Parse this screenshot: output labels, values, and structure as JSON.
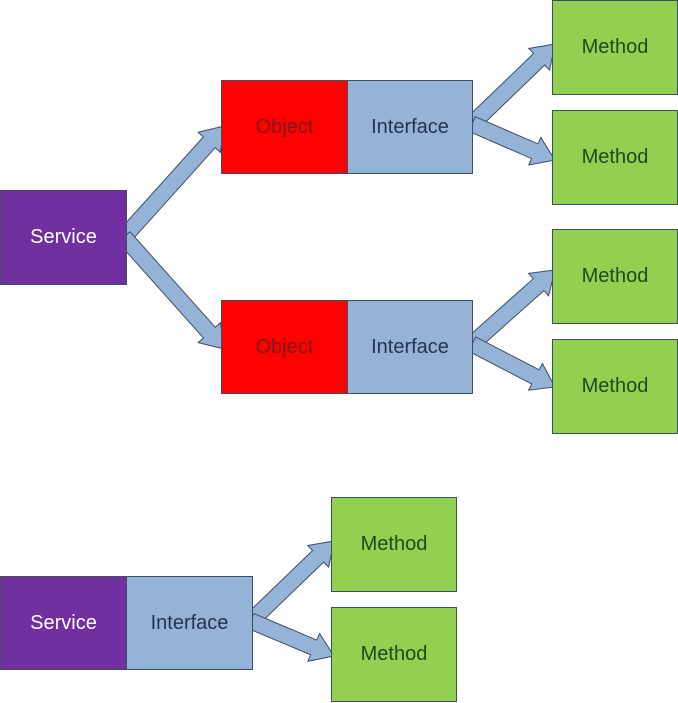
{
  "colors": {
    "service": "#7030a0",
    "object": "#ff0000",
    "interface": "#95b3d7",
    "method": "#92d050",
    "arrow": "#95b3d7",
    "outline": "#3f4f63"
  },
  "top_diagram": {
    "service_label": "Service",
    "branches": [
      {
        "object_label": "Object",
        "interface_label": "Interface",
        "methods": [
          "Method",
          "Method"
        ]
      },
      {
        "object_label": "Object",
        "interface_label": "Interface",
        "methods": [
          "Method",
          "Method"
        ]
      }
    ]
  },
  "bottom_diagram": {
    "service_label": "Service",
    "interface_label": "Interface",
    "methods": [
      "Method",
      "Method"
    ]
  }
}
